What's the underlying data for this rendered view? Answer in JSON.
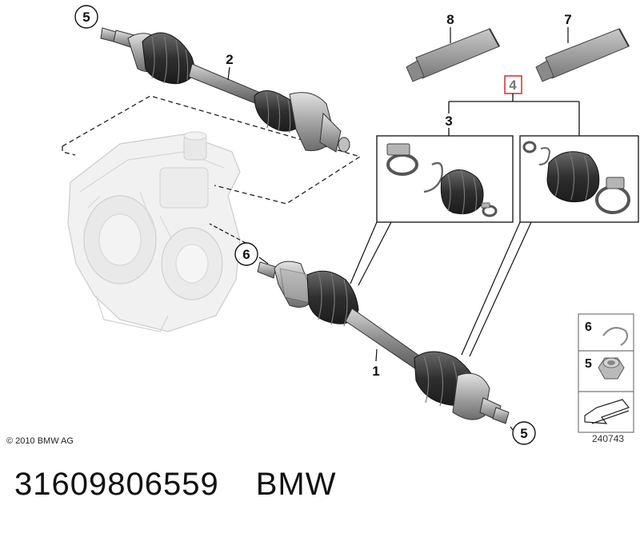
{
  "callouts": {
    "joint_nut_top": "5",
    "shaft_left": "2",
    "tube_8": "8",
    "tube_7": "7",
    "repair_kit": "4",
    "boot_kit_inner": "3",
    "circlip": "6",
    "shaft_right": "1",
    "joint_nut_bottom": "5"
  },
  "legend": {
    "circlip_num": "6",
    "nut_num": "5"
  },
  "copyright": "© 2010 BMW AG",
  "drawing_number": "240743",
  "footer": {
    "part_number": "31609806559",
    "brand": "BMW"
  },
  "colors": {
    "highlight_box": "#e0343a",
    "line": "#111111",
    "part_fill": "#9a9a9a",
    "part_dark": "#3a3a3a",
    "gearbox_fill": "#ececec"
  }
}
